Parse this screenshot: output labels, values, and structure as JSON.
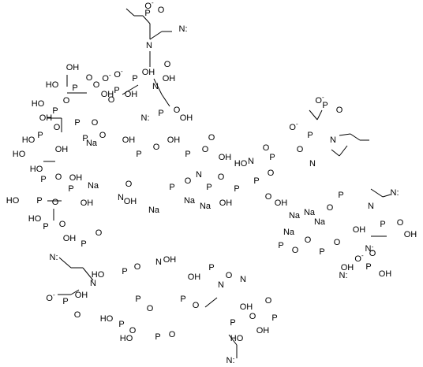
{
  "diagram": {
    "type": "chemical-structure-2d",
    "background": "#ffffff",
    "ink": "#000000",
    "atom_labels": {
      "N_radical": "N:",
      "N": "N",
      "P": "P",
      "O": "O",
      "OH": "OH",
      "HO": "HO",
      "Na": "Na",
      "O_minus": "O-",
      "minus": "-"
    }
  }
}
